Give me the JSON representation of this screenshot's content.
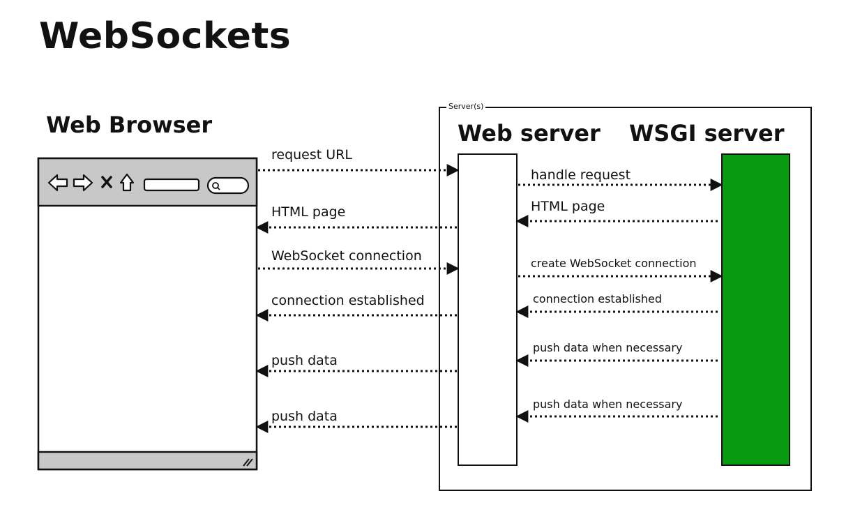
{
  "title": "WebSockets",
  "browser": {
    "title": "Web Browser"
  },
  "servers": {
    "group_label": "Server(s)",
    "web_server": "Web server",
    "wsgi_server": "WSGI server",
    "wsgi_color": "#089b11"
  },
  "messages_browser_web": [
    {
      "label": "request URL",
      "direction": "to-server"
    },
    {
      "label": "HTML page",
      "direction": "to-browser"
    },
    {
      "label": "WebSocket connection",
      "direction": "to-server"
    },
    {
      "label": "connection established",
      "direction": "to-browser"
    },
    {
      "label": "push data",
      "direction": "to-browser"
    },
    {
      "label": "push data",
      "direction": "to-browser"
    }
  ],
  "messages_web_wsgi": [
    {
      "label": "handle request",
      "direction": "to-wsgi"
    },
    {
      "label": "HTML page",
      "direction": "to-web"
    },
    {
      "label": "create WebSocket connection",
      "direction": "to-wsgi"
    },
    {
      "label": "connection established",
      "direction": "to-web"
    },
    {
      "label": "push data when necessary",
      "direction": "to-web"
    },
    {
      "label": "push data when necessary",
      "direction": "to-web"
    }
  ]
}
